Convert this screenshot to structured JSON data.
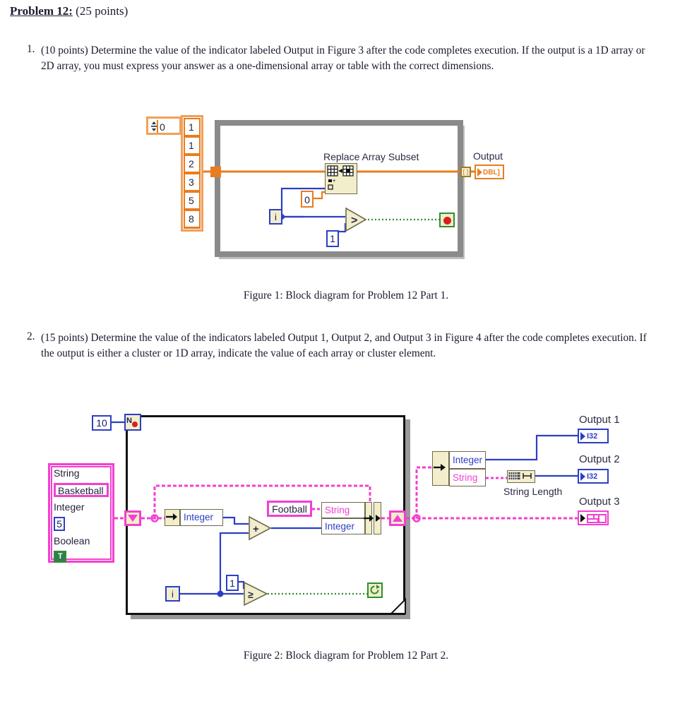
{
  "header": {
    "problem_label": "Problem 12:",
    "points": "(25 points)"
  },
  "questions": [
    {
      "number": "1.",
      "text": "(10 points) Determine the value of the indicator labeled Output in Figure 3 after the code completes execution. If the output is a 1D array or 2D array, you must express your answer as a one-dimensional array or table with the correct dimensions."
    },
    {
      "number": "2.",
      "text": "(15 points) Determine the value of the indicators labeled Output 1, Output 2, and Output 3 in Figure 4 after the code completes execution. If the output is either a cluster or 1D array, indicate the value of each array or cluster element."
    }
  ],
  "captions": {
    "figure1": "Figure 1: Block diagram for Problem 12 Part 1.",
    "figure2": "Figure 2: Block diagram for Problem 12 Part 2."
  },
  "figure1": {
    "array_control": {
      "index_value": "0",
      "elements": [
        "1",
        "1",
        "2",
        "3",
        "5",
        "8"
      ]
    },
    "function_label": "Replace Array Subset",
    "constants": {
      "index_const": "0",
      "compare_const": "1"
    },
    "iteration_terminal": "i",
    "comparison_operator": ">",
    "output_label": "Output",
    "output_terminal_type": "DBL]"
  },
  "figure2": {
    "count_constant": "10",
    "cluster_control": {
      "string_label": "String",
      "string_value": "Basketball",
      "integer_label": "Integer",
      "integer_value": "5",
      "boolean_label": "Boolean",
      "boolean_value": "T"
    },
    "unbundle_in_loop": {
      "field": "Integer"
    },
    "string_constant": "Football",
    "bundle_in_loop": {
      "field_string": "String",
      "field_integer": "Integer"
    },
    "add_operator": "+",
    "iteration_terminal": "i",
    "compare_const": "1",
    "comparison_operator": "≥",
    "unbundle_out": {
      "field_integer": "Integer",
      "field_string": "String"
    },
    "string_length_label": "String Length",
    "outputs": [
      {
        "label": "Output 1",
        "type": "I32"
      },
      {
        "label": "Output 2",
        "type": "I32"
      },
      {
        "label": "Output 3",
        "type": "cluster"
      }
    ]
  },
  "colors": {
    "orange_wire": "#E87D1E",
    "blue_wire": "#2B3FC4",
    "pink_wire": "#F33FD0",
    "green_wire": "#2f8f2f",
    "loop_border": "#8a8a8a"
  }
}
